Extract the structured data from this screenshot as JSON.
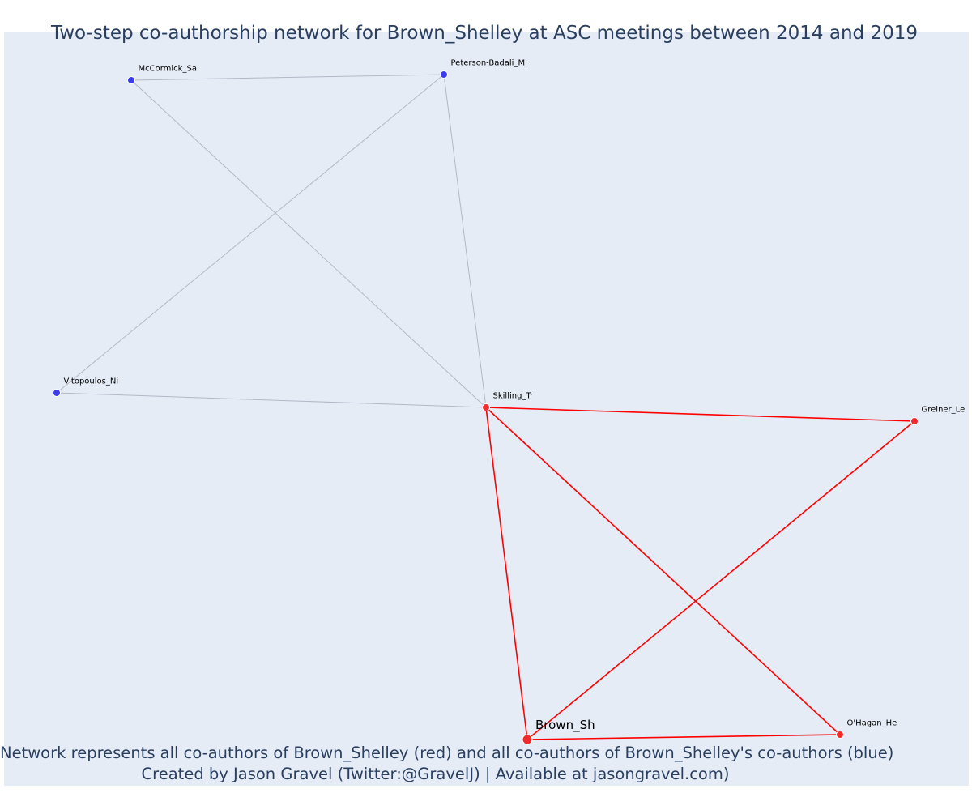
{
  "title": "Two-step co-authorship network for Brown_Shelley at ASC meetings between 2014 and 2019",
  "caption_line1": "Network represents all co-authors of Brown_Shelley (red) and all co-authors of Brown_Shelley's co-authors (blue)",
  "caption_line2": "Created by Jason Gravel (Twitter:@GravelJ) | Available at jasongravel.com)",
  "colors": {
    "background": "#e5ecf6",
    "coauthor_node": "#ef2b2b",
    "second_step_node": "#3b3bf0",
    "coauthor_edge": "#ff0000",
    "second_step_edge": "#b4b8c6",
    "text": "#2a3f5f"
  },
  "nodes": [
    {
      "id": "brown",
      "label": "Brown_Sh",
      "group": "focal"
    },
    {
      "id": "skilling",
      "label": "Skilling_Tr",
      "group": "coauthor"
    },
    {
      "id": "greiner",
      "label": "Greiner_Le",
      "group": "coauthor"
    },
    {
      "id": "ohagan",
      "label": "O'Hagan_He",
      "group": "coauthor"
    },
    {
      "id": "mccormick",
      "label": "McCormick_Sa",
      "group": "second_step"
    },
    {
      "id": "peterson",
      "label": "Peterson-Badali_Mi",
      "group": "second_step"
    },
    {
      "id": "vitopoulos",
      "label": "Vitopoulos_Ni",
      "group": "second_step"
    }
  ],
  "edges": [
    {
      "source": "mccormick",
      "target": "peterson",
      "group": "second_step"
    },
    {
      "source": "mccormick",
      "target": "skilling",
      "group": "second_step"
    },
    {
      "source": "peterson",
      "target": "vitopoulos",
      "group": "second_step"
    },
    {
      "source": "peterson",
      "target": "skilling",
      "group": "second_step"
    },
    {
      "source": "vitopoulos",
      "target": "skilling",
      "group": "second_step"
    },
    {
      "source": "skilling",
      "target": "greiner",
      "group": "coauthor"
    },
    {
      "source": "skilling",
      "target": "brown",
      "group": "coauthor"
    },
    {
      "source": "skilling",
      "target": "ohagan",
      "group": "coauthor"
    },
    {
      "source": "greiner",
      "target": "brown",
      "group": "coauthor"
    },
    {
      "source": "brown",
      "target": "ohagan",
      "group": "coauthor"
    }
  ]
}
